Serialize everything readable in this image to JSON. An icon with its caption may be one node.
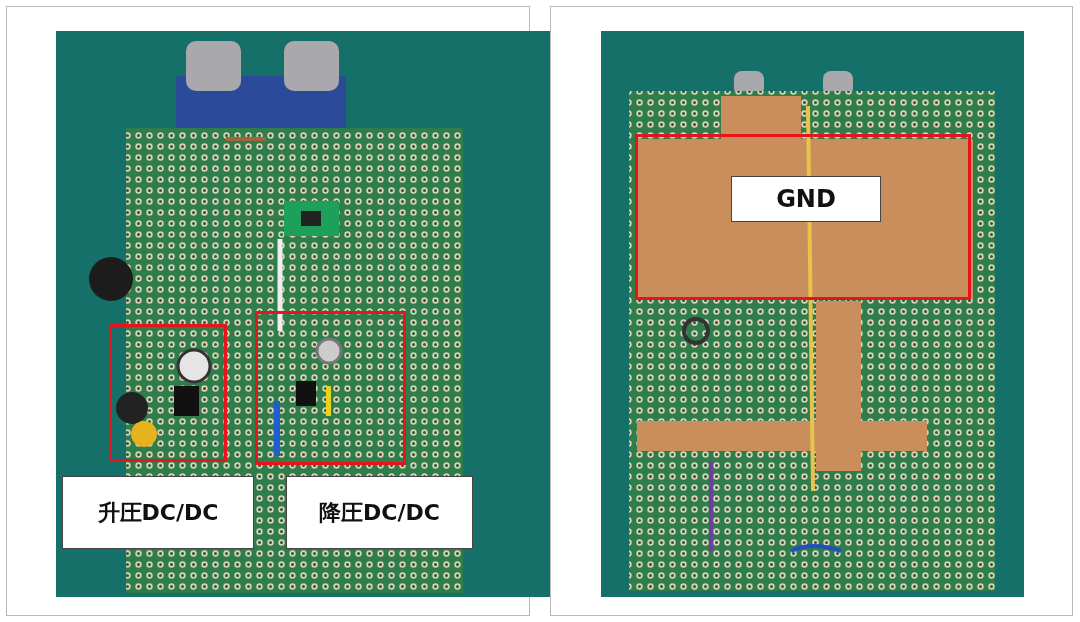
{
  "diagram": {
    "nodes": [
      {
        "text": [],
        "shape": "picture"
      },
      {
        "text": [],
        "shape": "box",
        "in": 0
      },
      {
        "text": [],
        "shape": "box",
        "in": 0
      },
      {
        "text": [
          "升圧DC/DC"
        ],
        "in": 0
      },
      {
        "text": [
          "降圧DC/DC"
        ],
        "in": 0
      },
      {
        "text": [],
        "shape": "picture"
      },
      {
        "text": [],
        "shape": "box",
        "in": 5
      },
      {
        "text": [
          "GND"
        ],
        "in": 6
      }
    ],
    "edges": []
  }
}
